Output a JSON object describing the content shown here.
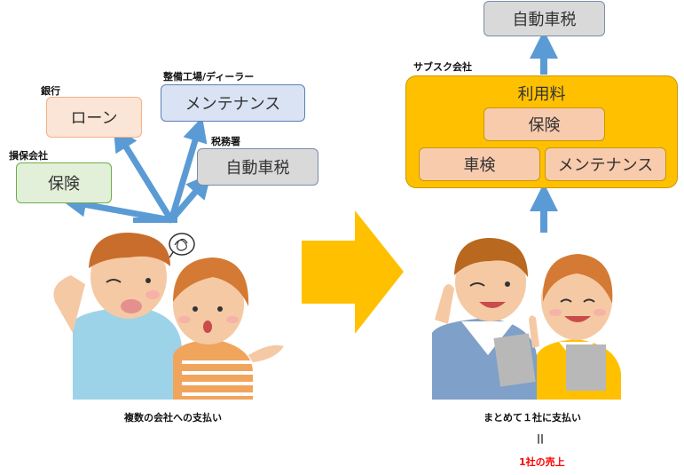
{
  "left": {
    "bank": {
      "label": "銀行",
      "box": "ローン"
    },
    "dealer": {
      "label": "整備工場/ディーラー",
      "box": "メンテナンス"
    },
    "tax_office": {
      "label": "税務署",
      "box": "自動車税"
    },
    "insurer": {
      "label": "損保会社",
      "box": "保険"
    },
    "caption": "複数の会社への支払い"
  },
  "right": {
    "top_box": "自動車税",
    "company_label": "サブスク会社",
    "fee_title": "利用料",
    "insurance": "保険",
    "inspection": "車検",
    "maintenance": "メンテナンス",
    "caption": "まとめて１社に支払い",
    "equals": "||",
    "sales": "1社の売上"
  },
  "colors": {
    "arrow_blue": "#5b9bd5",
    "big_arrow": "#ffc000",
    "loan_fill": "#fbe5d6",
    "maint_fill": "#dae3f3",
    "tax_fill": "#d9d9d9",
    "ins_fill": "#e2f0d9",
    "sub_fill": "#f8cbad",
    "sales_red": "#ff0000"
  }
}
